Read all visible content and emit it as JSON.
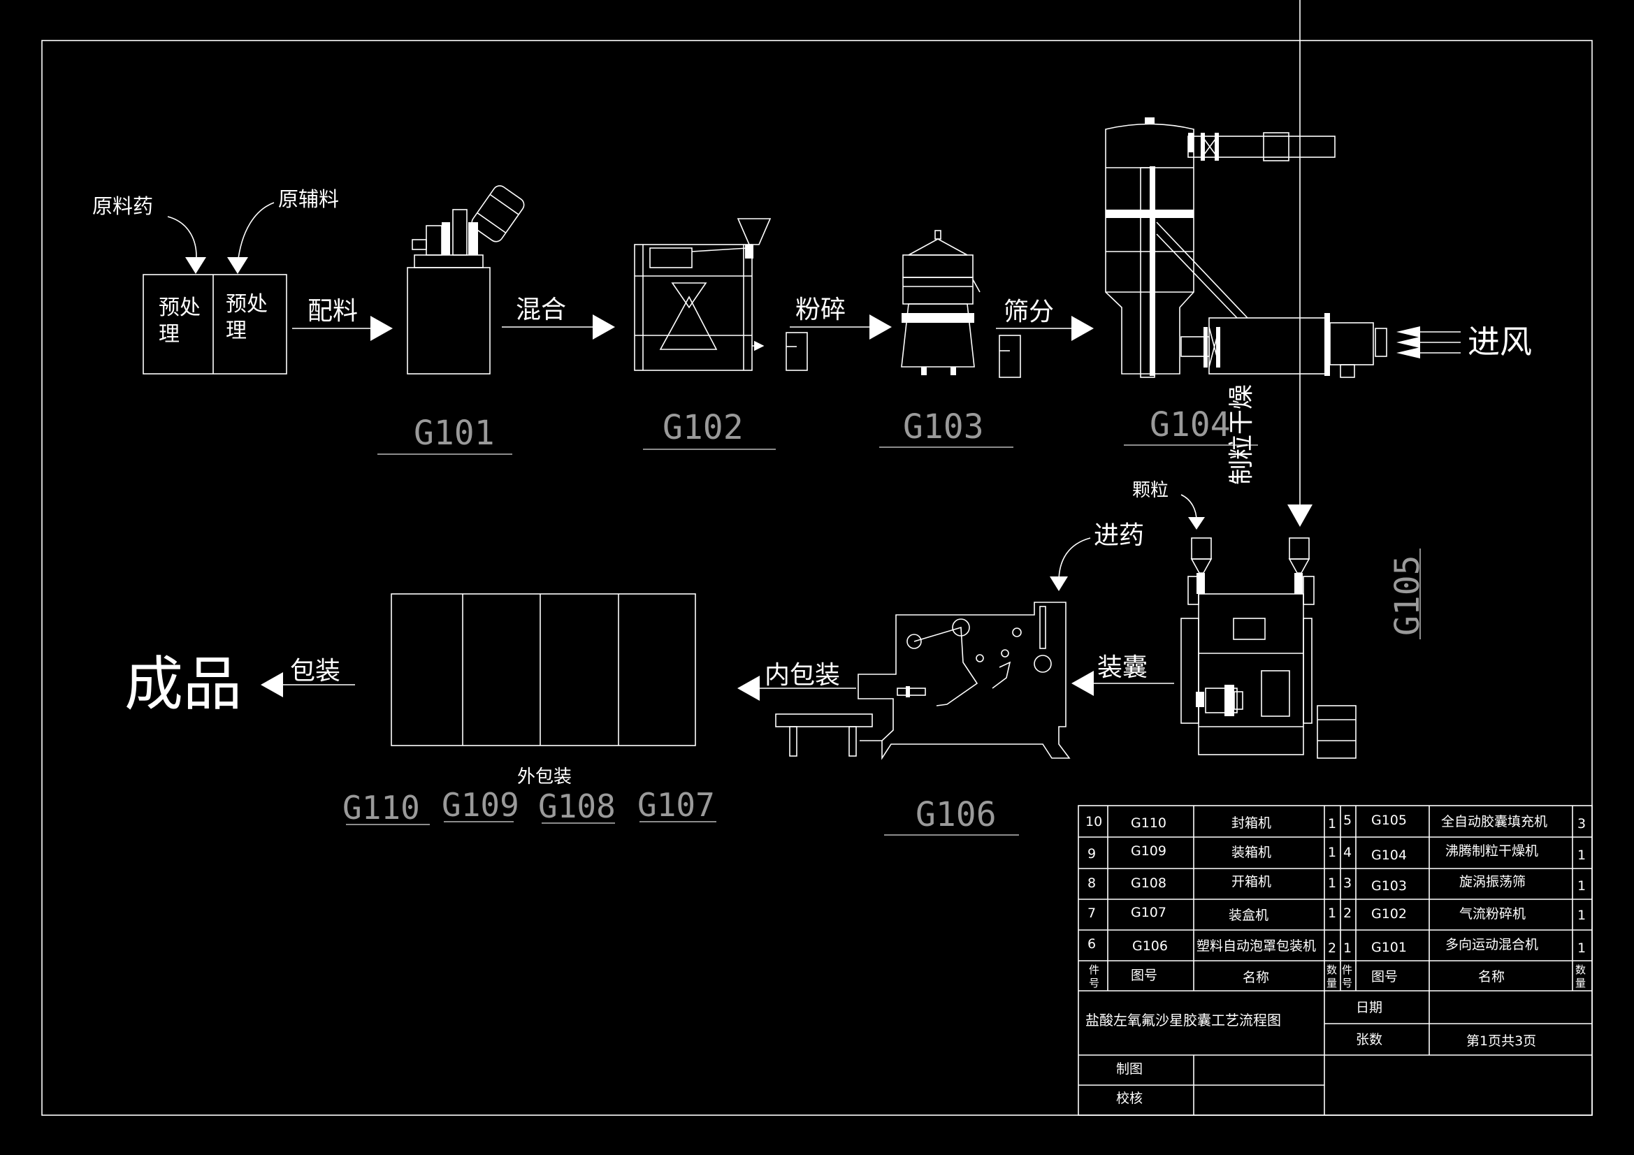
{
  "inputs": {
    "raw_drug": "原料药",
    "raw_excipient": "原辅料",
    "pretreat_left": [
      "预处",
      "理"
    ],
    "pretreat_right": [
      "预处",
      "理"
    ]
  },
  "steps": {
    "dosing": "配料",
    "mixing": "混合",
    "crushing": "粉碎",
    "sieving": "筛分",
    "air_in": "进风",
    "granulate_dry": "制粒干燥",
    "granules": "颗粒",
    "drug_in": "进药",
    "capsule_fill": "装囊",
    "inner_pack": "内包装",
    "outer_pack": "外包装",
    "pack": "包装",
    "product": "成品"
  },
  "codes": {
    "g101": "G101",
    "g102": "G102",
    "g103": "G103",
    "g104": "G104",
    "g105": "G105",
    "g106": "G106",
    "g107": "G107",
    "g108": "G108",
    "g109": "G109",
    "g110": "G110"
  },
  "title_block": {
    "rows": [
      {
        "no": "10",
        "code": "G110",
        "name": "封箱机",
        "qty": "1",
        "no2": "5",
        "code2": "G105",
        "name2": "全自动胶囊填充机",
        "qty2": "3"
      },
      {
        "no": "9",
        "code": "G109",
        "name": "装箱机",
        "qty": "1",
        "no2": "4",
        "code2": "G104",
        "name2": "沸腾制粒干燥机",
        "qty2": "1"
      },
      {
        "no": "8",
        "code": "G108",
        "name": "开箱机",
        "qty": "1",
        "no2": "3",
        "code2": "G103",
        "name2": "旋涡振荡筛",
        "qty2": "1"
      },
      {
        "no": "7",
        "code": "G107",
        "name": "装盒机",
        "qty": "1",
        "no2": "2",
        "code2": "G102",
        "name2": "气流粉碎机",
        "qty2": "1"
      },
      {
        "no": "6",
        "code": "G106",
        "name": "塑料自动泡罩包装机",
        "qty": "2",
        "no2": "1",
        "code2": "G101",
        "name2": "多向运动混合机",
        "qty2": "1"
      }
    ],
    "header": {
      "part_no": [
        "件",
        "号"
      ],
      "drawing_no": "图号",
      "name": "名称",
      "qty": [
        "数",
        "量"
      ]
    },
    "drawing_title": "盐酸左氧氟沙星胶囊工艺流程图",
    "date_label": "日期",
    "date_value": "",
    "sheets_label": "张数",
    "sheets_value": "第1页共3页",
    "drawn_label": "制图",
    "checked_label": "校核"
  }
}
